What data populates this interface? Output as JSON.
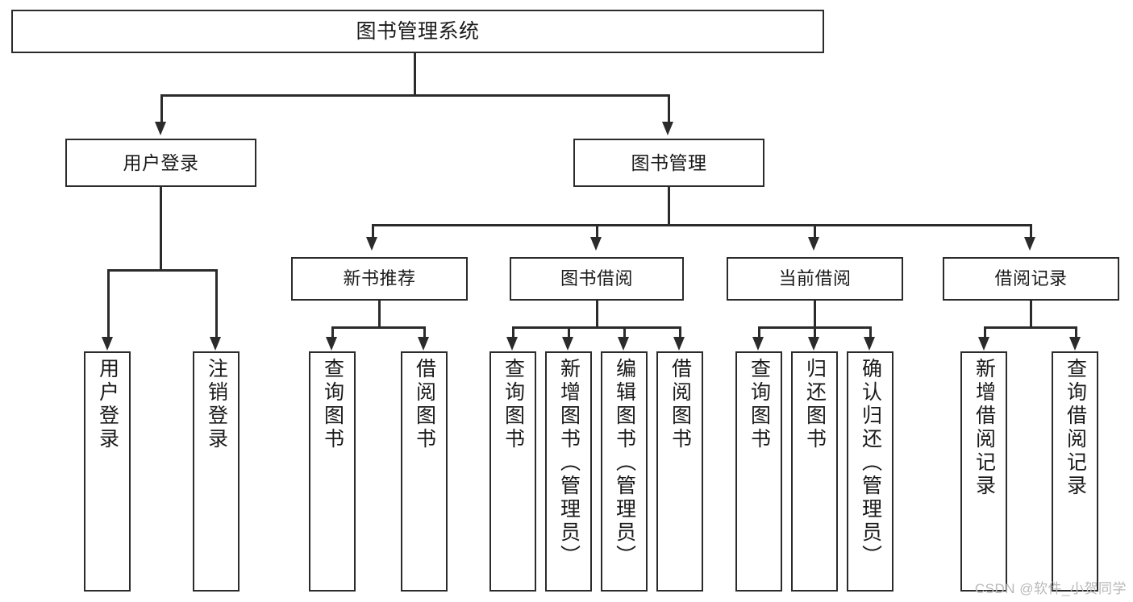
{
  "diagram": {
    "title": "图书管理系统",
    "watermark": "CSDN @软件_小贺同学",
    "nodes": {
      "root": {
        "label": "图书管理系统"
      },
      "level2": [
        {
          "id": "user-login",
          "label": "用户登录"
        },
        {
          "id": "book-management",
          "label": "图书管理"
        }
      ],
      "level3": [
        {
          "id": "new-book-recommend",
          "label": "新书推荐"
        },
        {
          "id": "book-borrow",
          "label": "图书借阅"
        },
        {
          "id": "current-borrow",
          "label": "当前借阅"
        },
        {
          "id": "borrow-record",
          "label": "借阅记录"
        }
      ],
      "leaves": {
        "user_login": [
          {
            "id": "leaf-user-login",
            "label": "用户登录"
          },
          {
            "id": "leaf-logout-login",
            "label": "注销登录"
          }
        ],
        "new_book_recommend": [
          {
            "id": "leaf-query-book-1",
            "label": "查询图书"
          },
          {
            "id": "leaf-borrow-book-1",
            "label": "借阅图书"
          }
        ],
        "book_borrow": [
          {
            "id": "leaf-query-book-2",
            "label": "查询图书"
          },
          {
            "id": "leaf-add-book",
            "label": "新增图书（管理员）"
          },
          {
            "id": "leaf-edit-book",
            "label": "编辑图书（管理员）"
          },
          {
            "id": "leaf-borrow-book-2",
            "label": "借阅图书"
          }
        ],
        "current_borrow": [
          {
            "id": "leaf-query-book-3",
            "label": "查询图书"
          },
          {
            "id": "leaf-return-book",
            "label": "归还图书"
          },
          {
            "id": "leaf-confirm-return",
            "label": "确认归还（管理员）"
          }
        ],
        "borrow_record": [
          {
            "id": "leaf-add-record",
            "label": "新增借阅记录"
          },
          {
            "id": "leaf-query-record",
            "label": "查询借阅记录"
          }
        ]
      }
    },
    "colors": {
      "stroke": "#2b2b2b",
      "fill": "#ffffff",
      "text": "#1a1a1a",
      "watermark": "#b9b9b9"
    }
  }
}
